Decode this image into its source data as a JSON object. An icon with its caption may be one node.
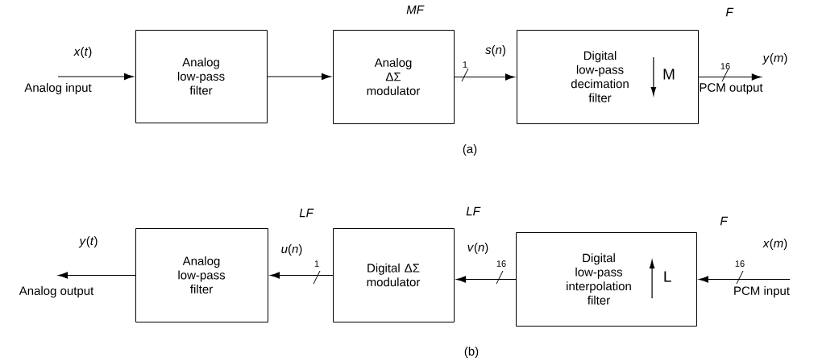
{
  "diagram": {
    "nodes": [
      {
        "text": [
          "Analog low-pass filter"
        ]
      },
      {
        "text": [
          "Analog ΔΣ modulator"
        ]
      },
      {
        "text": [
          "Digital low-pass decimation filter",
          "M"
        ]
      },
      {
        "text": [
          "Analog low-pass filter"
        ]
      },
      {
        "text": [
          "Digital ΔΣ modulator"
        ]
      },
      {
        "text": [
          "Digital low-pass interpolation filter",
          "L"
        ]
      },
      {
        "text": [
          "Analog input"
        ]
      },
      {
        "text": [
          "PCM output"
        ]
      },
      {
        "text": [
          "Analog output"
        ]
      },
      {
        "text": [
          "PCM input"
        ]
      }
    ],
    "edges": [
      {
        "from": 6,
        "to": 0,
        "arrow": "to",
        "label": "*x*(*t*)"
      },
      {
        "from": 0,
        "to": 1,
        "arrow": "to"
      },
      {
        "from": 1,
        "to": 2,
        "arrow": "to",
        "label": "*s*(*n*)"
      },
      {
        "from": 2,
        "to": 7,
        "arrow": "to",
        "label": "*y*(*m*)"
      },
      {
        "from": 9,
        "to": 5,
        "arrow": "to",
        "label": "*x*(*m*)"
      },
      {
        "from": 5,
        "to": 4,
        "arrow": "to",
        "label": "*v*(*n*)"
      },
      {
        "from": 4,
        "to": 3,
        "arrow": "to",
        "label": "*u*(*n*)"
      },
      {
        "from": 3,
        "to": 8,
        "arrow": "to",
        "label": "*y*(*t*)"
      }
    ],
    "labels": [
      "MF",
      "F",
      "1",
      "16",
      "(a)",
      "LF",
      "LF",
      "F",
      "1",
      "16",
      "16",
      "(b)"
    ]
  }
}
